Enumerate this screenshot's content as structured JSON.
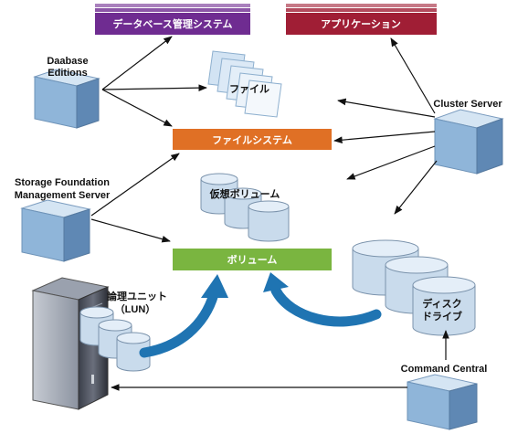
{
  "bars": {
    "database_management_system": {
      "label": "データベース管理システム",
      "color": "#6f2c91"
    },
    "application": {
      "label": "アプリケーション",
      "color": "#a01e35"
    },
    "file_system": {
      "label": "ファイルシステム",
      "color": "#e07025"
    },
    "volume": {
      "label": "ボリューム",
      "color": "#7ab540"
    }
  },
  "labels": {
    "database_editions_line1": "Daabase",
    "database_editions_line2": "Editions",
    "file": "ファイル",
    "cluster_server": "Cluster Server",
    "storage_foundation_line1": "Storage Foundation",
    "storage_foundation_line2": "Management Server",
    "virtual_volume": "仮想ボリューム",
    "logical_unit_line1": "論理ユニット",
    "logical_unit_line2": "（LUN）",
    "disk_drive_line1": "ディスク",
    "disk_drive_line2": "ドライブ",
    "command_central": "Command Central"
  },
  "colors": {
    "cube_front": "#8fb5d9",
    "cube_top": "#d5e5f3",
    "cube_side": "#5f88b4",
    "curved_arrow": "#1f74b2"
  }
}
